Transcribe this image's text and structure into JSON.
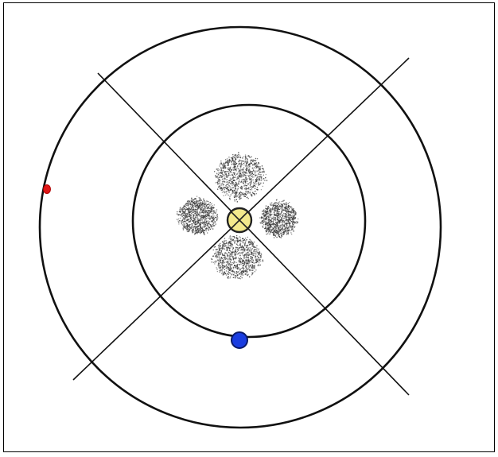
{
  "diagram": {
    "background_color": "#ffffff",
    "frame_color": "#000000",
    "line_color": "#111111",
    "orbits": [
      {
        "name": "inner-orbit"
      },
      {
        "name": "outer-orbit"
      }
    ],
    "bodies": [
      {
        "name": "central-body",
        "color": "#f3e98c",
        "stroke": "#222222"
      },
      {
        "name": "blue-planet",
        "color": "#1a3de0",
        "stroke": "#0a1a6a"
      },
      {
        "name": "red-planet",
        "color": "#e01818",
        "stroke": "#b00000"
      }
    ],
    "cloud_lobes": [
      {
        "name": "cloud-lobe-top"
      },
      {
        "name": "cloud-lobe-bottom"
      },
      {
        "name": "cloud-lobe-left"
      },
      {
        "name": "cloud-lobe-right"
      }
    ],
    "cloud_color": "#3a3a3a"
  }
}
